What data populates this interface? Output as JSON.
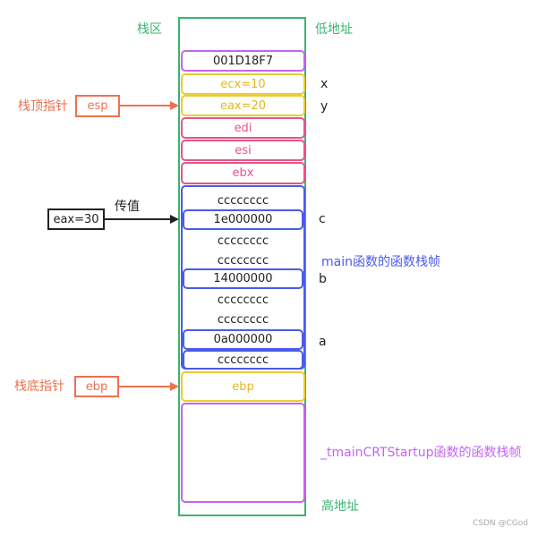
{
  "colors": {
    "stack_border": "#3cb371",
    "purple": "#c265f0",
    "yellow": "#eccc30",
    "pink": "#e6548a",
    "blue": "#4a5be8",
    "orange": "#f07050",
    "black": "#222222"
  },
  "header": {
    "stack_area": "栈区",
    "low_address": "低地址"
  },
  "frame_top": {
    "addr": "001D18F7",
    "ecx": "ecx=10",
    "eax": "eax=20"
  },
  "saved_regs": [
    "edi",
    "esi",
    "ebx"
  ],
  "main_frame": {
    "rows": [
      "cccccccc",
      "1e000000",
      "cccccccc",
      "cccccccc",
      "14000000",
      "cccccccc",
      "cccccccc",
      "0a000000",
      "cccccccc"
    ],
    "label": "main函数的函数栈帧"
  },
  "ebp_cell": "ebp",
  "side_labels": {
    "x": "x",
    "y": "y",
    "c": "c",
    "b": "b",
    "a": "a"
  },
  "esp_pointer": {
    "label": "栈顶指针",
    "box": "esp"
  },
  "ebp_pointer": {
    "label": "栈底指针",
    "box": "ebp"
  },
  "pass_value": {
    "box": "eax=30",
    "label": "传值"
  },
  "tmain_frame_label": "_tmainCRTStartup函数的函数栈帧",
  "footer": {
    "high_address": "高地址",
    "watermark": "CSDN @CGod"
  }
}
